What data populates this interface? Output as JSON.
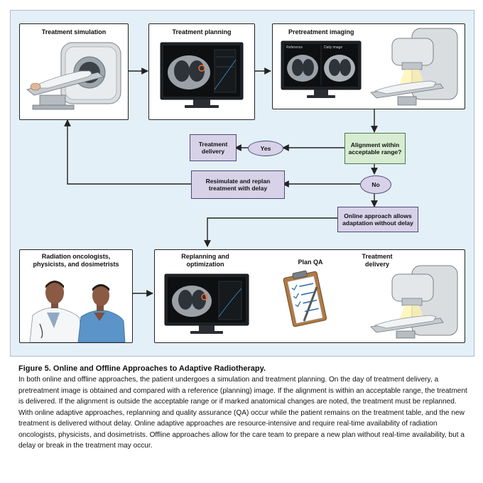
{
  "panels": {
    "treatment_simulation": "Treatment simulation",
    "treatment_planning": "Treatment planning",
    "pretreatment_imaging": "Pretreatment imaging",
    "radiation_team": "Radiation oncologists, physicists, and dosimetrists",
    "replanning": "Replanning and optimization",
    "plan_qa": "Plan QA",
    "treatment_delivery_bottom": "Treatment delivery"
  },
  "monitor_labels": {
    "reference": "Reference",
    "daily_image": "Daily image"
  },
  "flow": {
    "alignment": "Alignment within acceptable range?",
    "yes": "Yes",
    "no": "No",
    "treatment_delivery": "Treatment delivery",
    "resimulate": "Resimulate and replan treatment with delay",
    "online": "Online approach allows adaptation without delay"
  },
  "caption": {
    "title": "Figure 5. Online and Offline Approaches to Adaptive Radiotherapy.",
    "body": "In both online and offline approaches, the patient undergoes a simulation and treatment planning. On the day of treatment delivery, a pretreatment image is obtained and compared with a reference (planning) image. If the alignment is within an acceptable range, the treatment is delivered. If the alignment is outside the acceptable range or if marked anatomical changes are noted, the treatment must be replanned. With online adaptive approaches, replanning and quality assurance (QA) occur while the patient remains on the treatment table, and the new treatment is delivered without delay. Online adaptive approaches are resource-intensive and require real-time availability of radiation oncologists, physicists, and dosimetrists. Offline approaches allow for the care team to prepare a new plan without real-time availability, but a delay or break in the treatment may occur."
  },
  "colors": {
    "figure_background": "#e4f0f8",
    "purple_box": "#d7d2e8",
    "green_box": "#d8ecd3",
    "arrow": "#222222"
  }
}
